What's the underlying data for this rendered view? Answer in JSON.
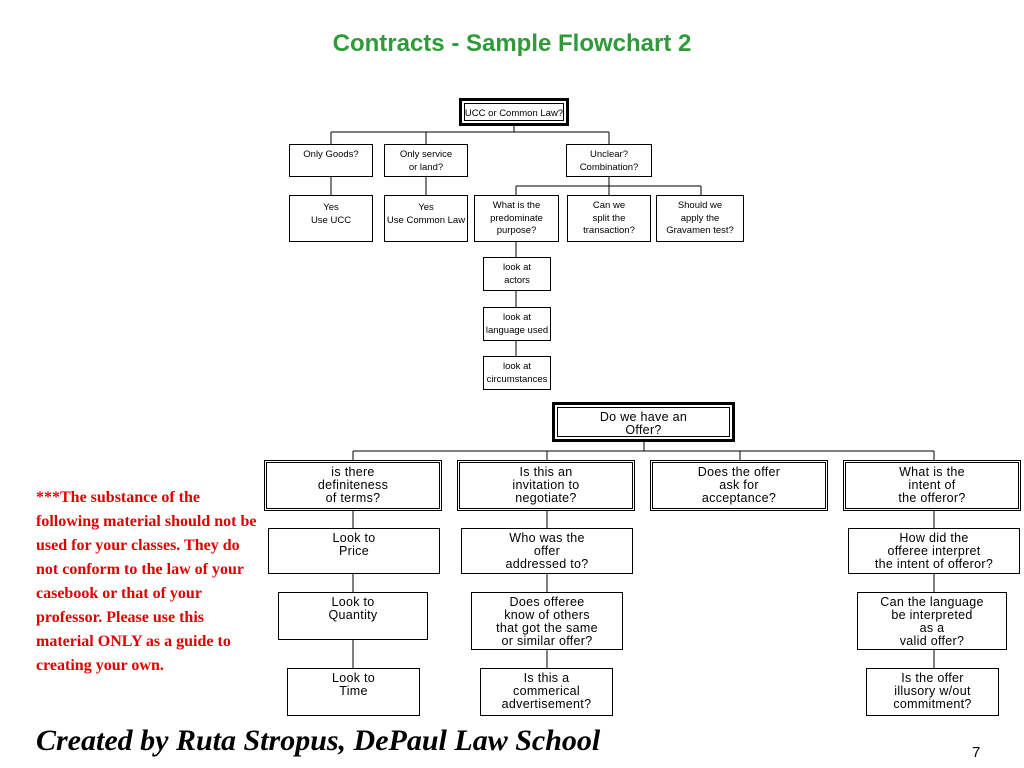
{
  "title": "Contracts - Sample Flowchart 2",
  "colors": {
    "title": "#2e9a39",
    "disclaimer": "#e00000",
    "line": "#000000"
  },
  "flowchart_ucc": {
    "root": "UCC or Common Law?",
    "q_goods": "Only Goods?",
    "q_service": "Only service\nor land?",
    "q_unclear": "Unclear?\nCombination?",
    "a_use_ucc": "Yes\nUse UCC",
    "a_use_common_law": "Yes\nUse Common Law",
    "predominate_purpose": "What is the\npredominate\npurpose?",
    "split_transaction": "Can we\nsplit the\ntransaction?",
    "gravamen_test": "Should we\napply the\nGravamen test?",
    "look_actors": "look at\nactors",
    "look_language": "look at\nlanguage used",
    "look_circumstances": "look at\ncircumstances"
  },
  "flowchart_offer": {
    "root": "Do we have an\nOffer?",
    "definiteness": "is there\ndefiniteness\nof terms?",
    "invitation": "Is this an\ninvitation to\nnegotiate?",
    "ask_acceptance": "Does the offer\nask for\nacceptance?",
    "intent_offeror": "What is the\nintent of\nthe offeror?",
    "look_price": "Look to\nPrice",
    "look_quantity": "Look to\nQuantity",
    "look_time": "Look to\nTime",
    "addressed_to": "Who was the\noffer\naddressed to?",
    "know_others": "Does offeree\nknow of others\nthat got the same\nor similar offer?",
    "commercial_ad": "Is this a\ncommerical\nadvertisement?",
    "offeree_interpret": "How did the\nofferee interpret\nthe intent of offeror?",
    "valid_offer": "Can the language\nbe interpreted\nas a\nvalid offer?",
    "illusory": "Is the offer\nillusory w/out\ncommitment?"
  },
  "disclaimer": "***The substance of the following material should not be used for your classes.  They do not conform to the law of your casebook or that of your professor.  Please use this material ONLY as a guide to creating your own.",
  "footer": "Created by Ruta Stropus, DePaul Law School",
  "page_number": "7"
}
